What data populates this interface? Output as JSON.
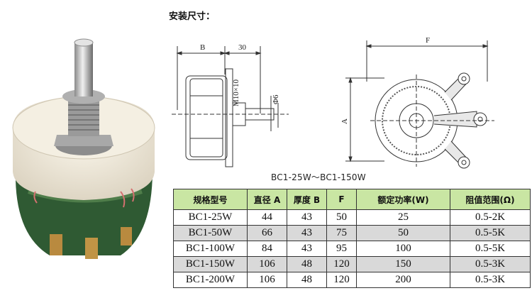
{
  "heading": "安装尺寸：",
  "dimensions": {
    "label_b": "B",
    "label_30": "30",
    "label_thread": "M10×10",
    "label_shaft": "Φ6",
    "label_f": "F",
    "label_a": "A"
  },
  "caption": "BC1-25W～BC1-150W",
  "table": {
    "headers": [
      "规格型号",
      "直径 A",
      "厚度 B",
      "F",
      "额定功率(W)",
      "阻值范围(Ω)"
    ],
    "rows": [
      [
        "BC1-25W",
        "44",
        "43",
        "50",
        "25",
        "0.5-2K"
      ],
      [
        "BC1-50W",
        "66",
        "43",
        "75",
        "50",
        "0.5-5K"
      ],
      [
        "BC1-100W",
        "84",
        "43",
        "95",
        "100",
        "0.5-5K"
      ],
      [
        "BC1-150W",
        "106",
        "48",
        "120",
        "150",
        "0.5-3K"
      ],
      [
        "BC1-200W",
        "106",
        "48",
        "120",
        "200",
        "0.5-3K"
      ]
    ]
  }
}
